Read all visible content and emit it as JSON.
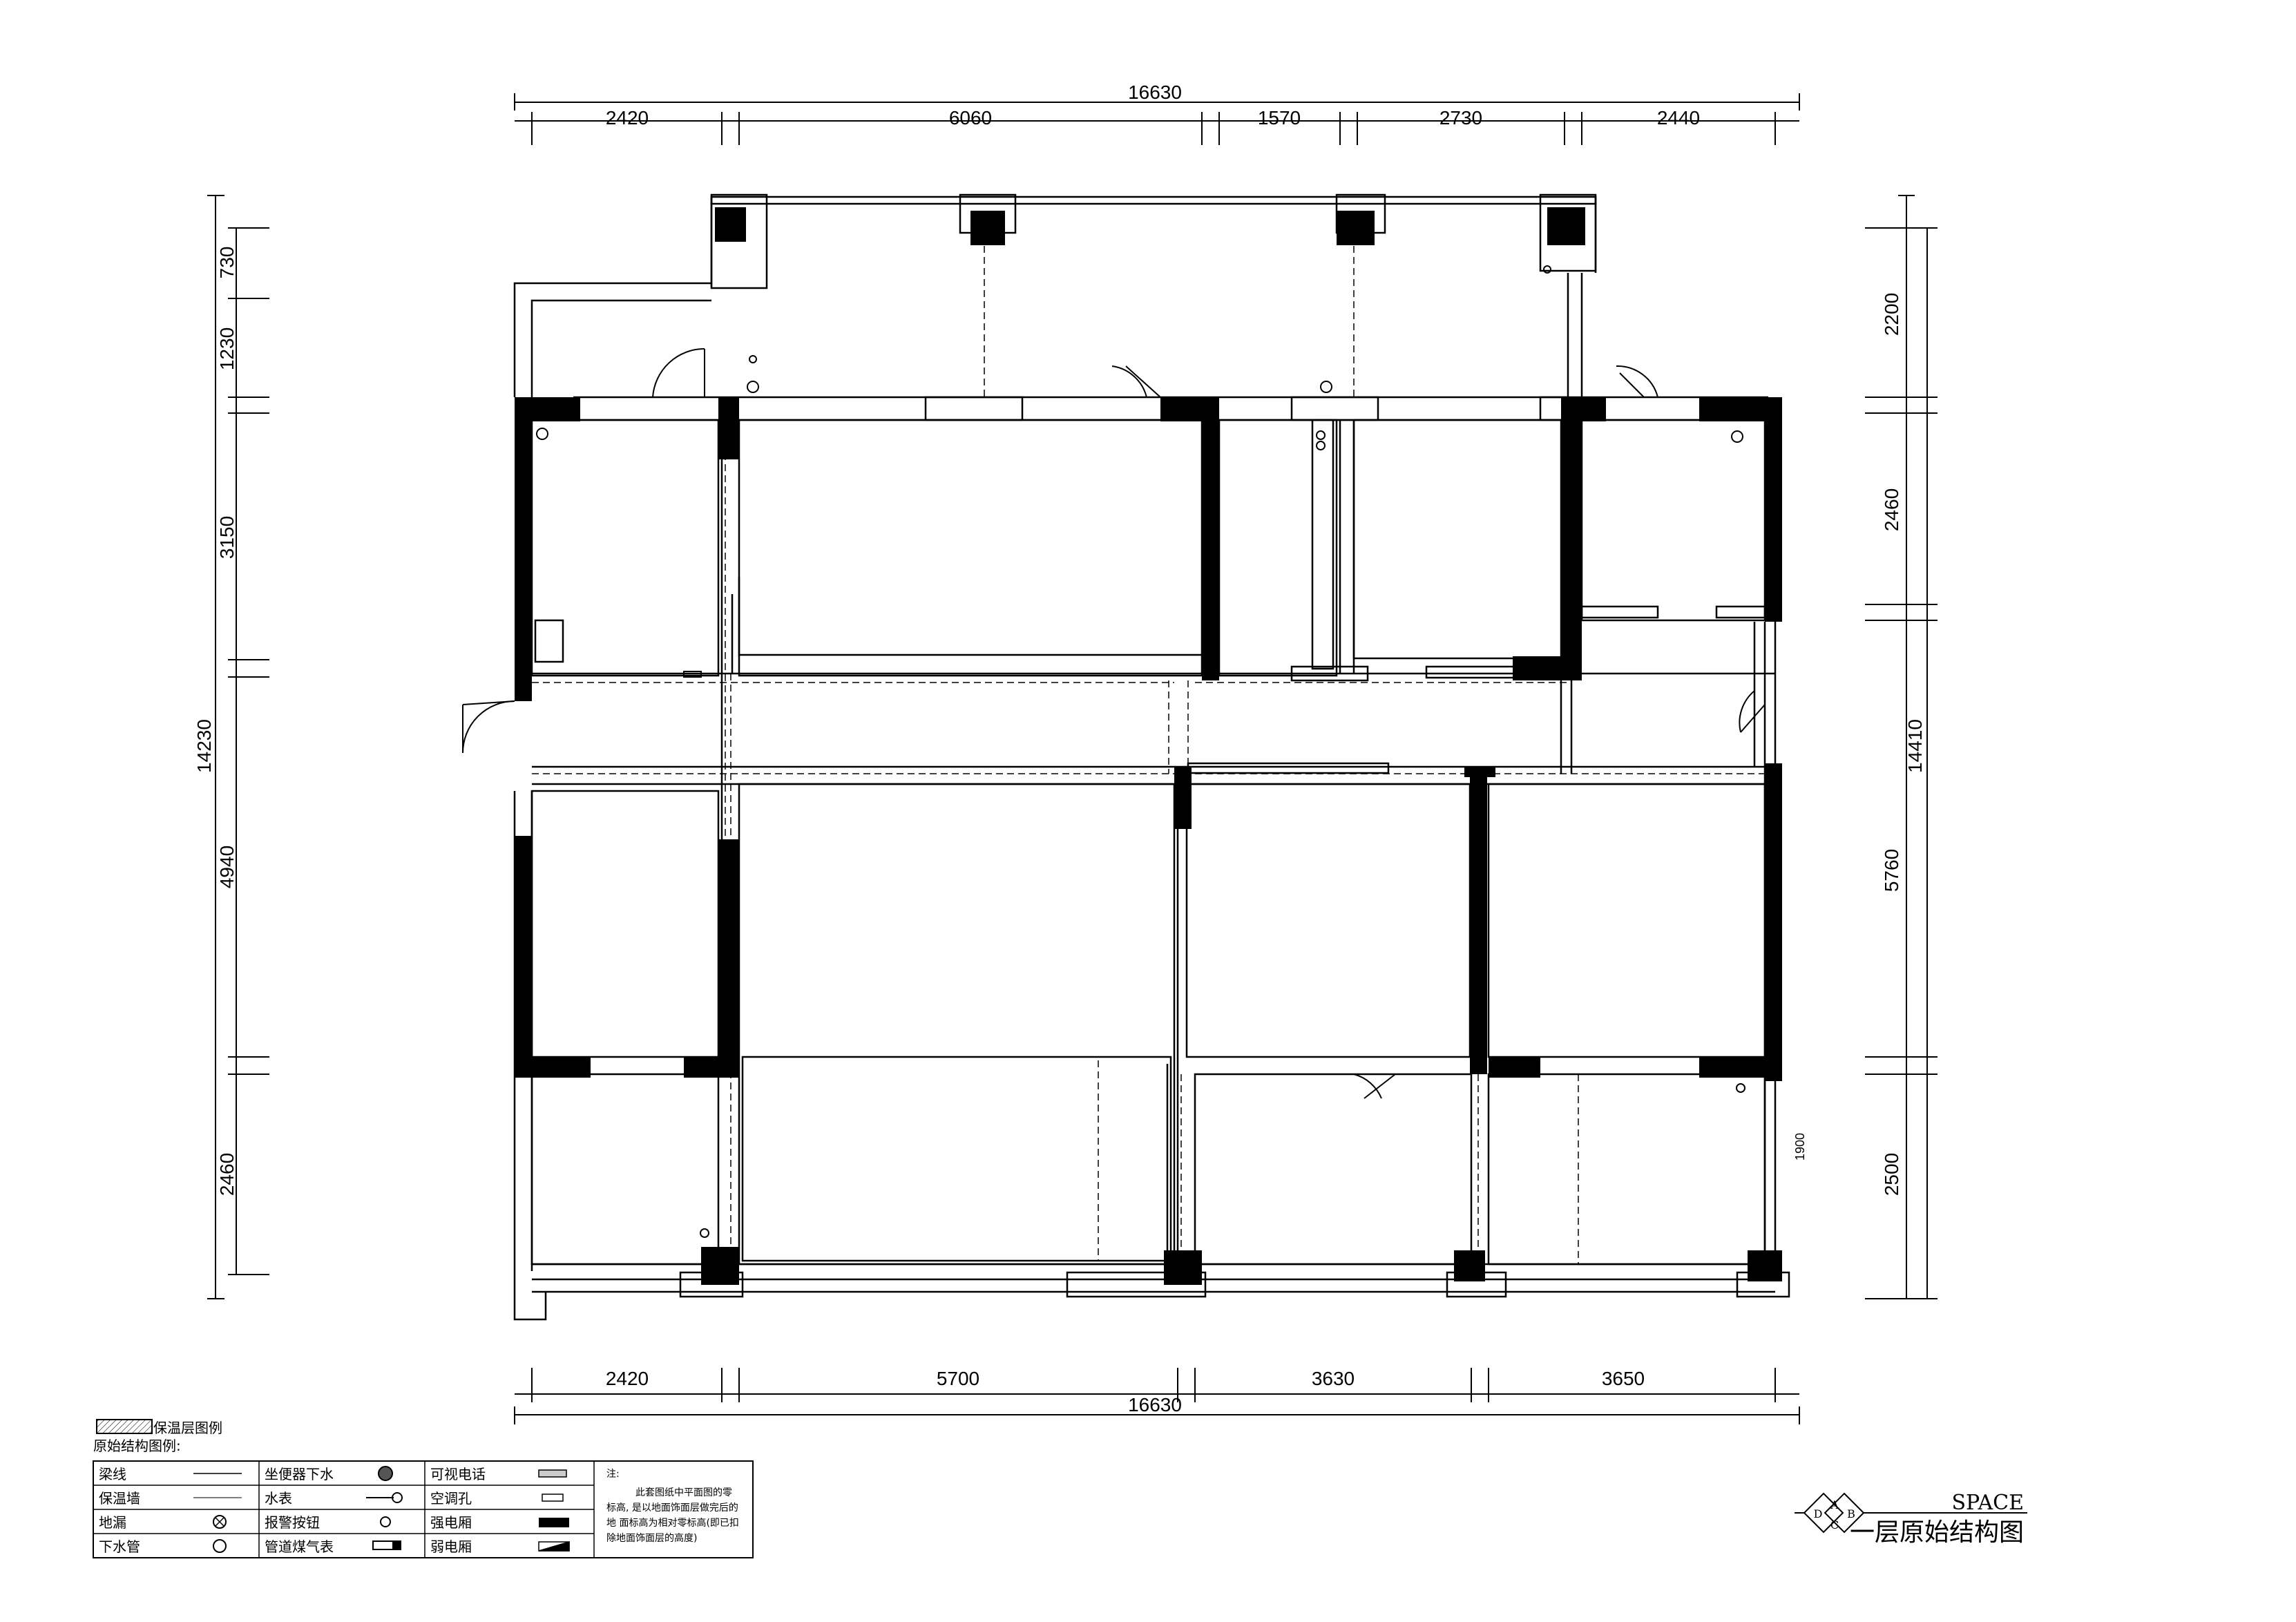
{
  "dimensions": {
    "top_total": "16630",
    "top_segments": [
      "2420",
      "6060",
      "1570",
      "2730",
      "2440"
    ],
    "bottom_segments": [
      "2420",
      "5700",
      "3630",
      "3650"
    ],
    "bottom_total": "16630",
    "left_total": "14230",
    "left_segments": [
      "730",
      "1230",
      "3150",
      "4940",
      "2460"
    ],
    "right_total": "14410",
    "right_segments": [
      "2200",
      "2460",
      "5760",
      "2500"
    ],
    "window_note": "1900"
  },
  "legend": {
    "insulation_swatch_label": "保温层图例",
    "heading": "原始结构图例:",
    "rows": [
      [
        "梁线",
        "坐便器下水",
        "可视电话"
      ],
      [
        "保温墙",
        "水表",
        "空调孔"
      ],
      [
        "地漏",
        "报警按钮",
        "强电厢"
      ],
      [
        "下水管",
        "管道煤气表",
        "弱电厢"
      ]
    ],
    "note_title": "注:",
    "note_lines": [
      "此套图纸中平面图的零",
      "标高, 是以地面饰面层做完后的",
      "地  面标高为相对零标高(即已扣",
      "除地面饰面层的高度)"
    ]
  },
  "title_block": {
    "logo_letters": [
      "A",
      "B",
      "C",
      "D"
    ],
    "brand": "SPACE",
    "title": "一层原始结构图"
  }
}
